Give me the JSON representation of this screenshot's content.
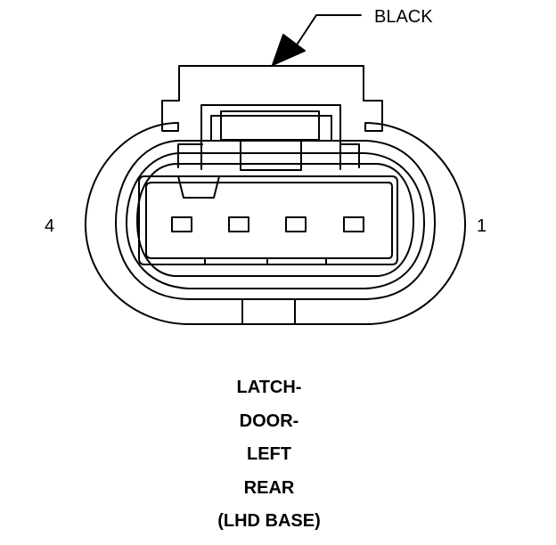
{
  "diagram": {
    "color_label": "BLACK",
    "pin_labels": [
      "4",
      "1"
    ],
    "caption_lines": [
      "LATCH-",
      "DOOR-",
      "LEFT",
      "REAR",
      "(LHD BASE)"
    ],
    "terminal_count": 4,
    "stroke_color": "#000000",
    "background_color": "#ffffff"
  }
}
